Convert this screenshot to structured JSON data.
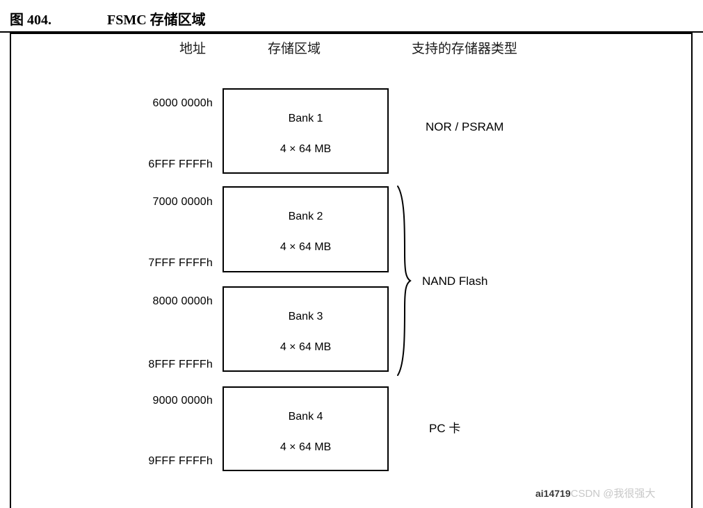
{
  "figure": {
    "label": "图 404.",
    "caption": "FSMC 存储区域"
  },
  "headers": {
    "address": "地址",
    "region": "存储区域",
    "memory_type": "支持的存储器类型"
  },
  "banks": [
    {
      "name": "Bank 1",
      "size": "4 × 64 MB",
      "start_address": "6000 0000h",
      "end_address": "6FFF FFFFh"
    },
    {
      "name": "Bank 2",
      "size": "4 × 64 MB",
      "start_address": "7000 0000h",
      "end_address": "7FFF FFFFh"
    },
    {
      "name": "Bank 3",
      "size": "4 × 64 MB",
      "start_address": "8000 0000h",
      "end_address": "8FFF FFFFh"
    },
    {
      "name": "Bank 4",
      "size": "4 × 64 MB",
      "start_address": "9000 0000h",
      "end_address": "9FFF FFFFh"
    }
  ],
  "memory_types": {
    "bank1": "NOR /  PSRAM",
    "bank2_3": "NAND Flash",
    "bank4": "PC 卡"
  },
  "watermark": {
    "user_id": "ai14719",
    "brand": "CSDN @我很强大"
  },
  "colors": {
    "line": "#000000",
    "text": "#000000",
    "header_text": "#1a1a1a",
    "watermark_brand": "#c8c8c8",
    "background": "#ffffff"
  }
}
